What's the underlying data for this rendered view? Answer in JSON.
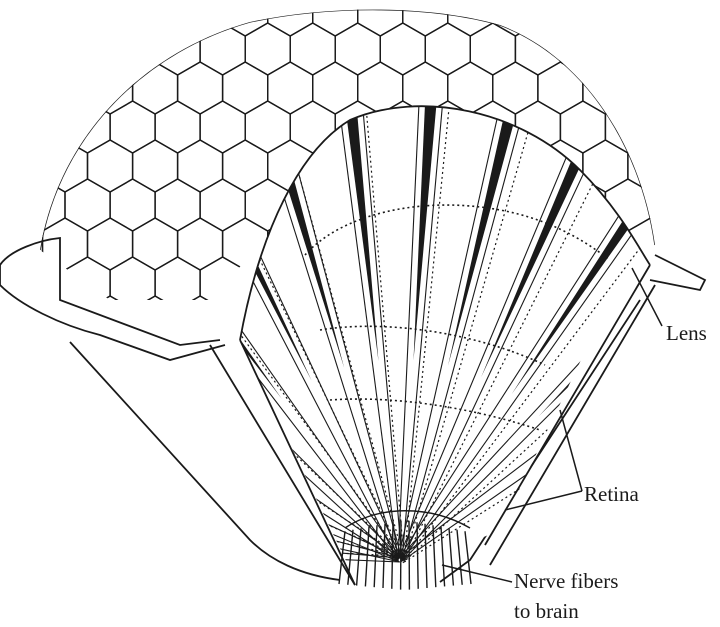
{
  "labels": {
    "lens": "Lens",
    "retina": "Retina",
    "nerve_line1": "Nerve fibers",
    "nerve_line2": "to brain"
  },
  "colors": {
    "ink": "#1a1a1a",
    "background": "#ffffff"
  }
}
